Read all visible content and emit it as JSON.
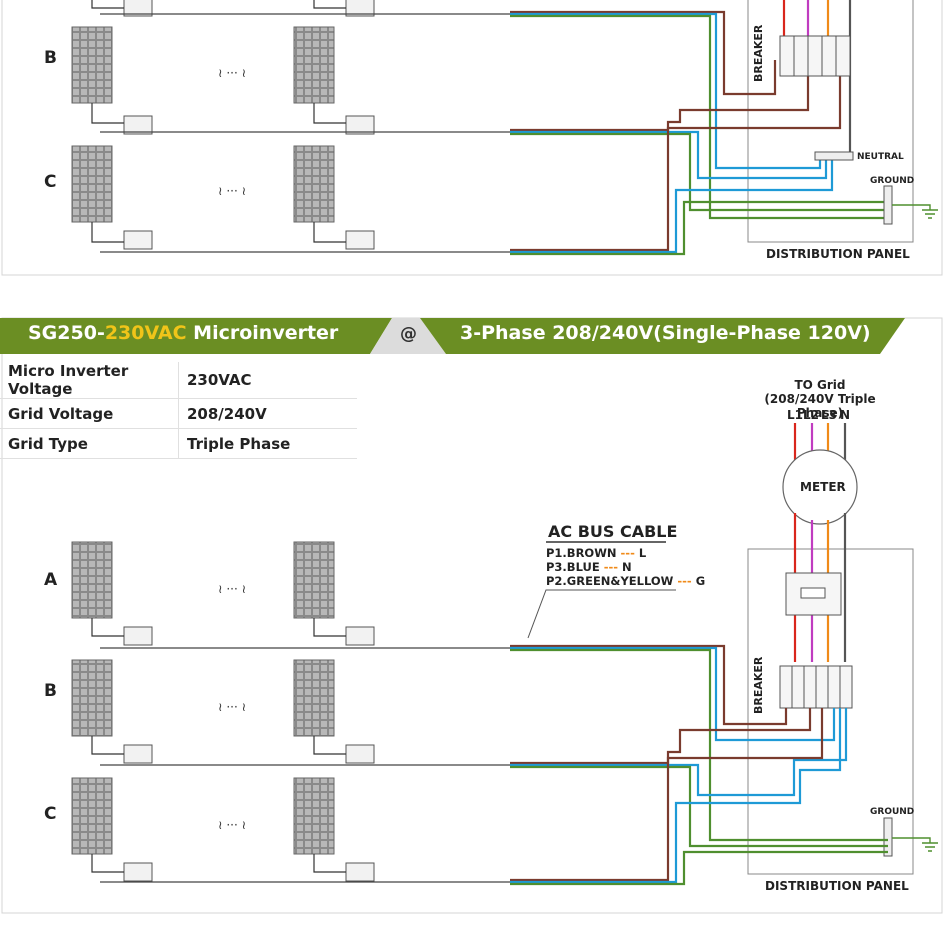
{
  "top": {
    "rows": [
      "B",
      "C"
    ],
    "breaker_label": "BREAKER",
    "neutral_label": "NEUTRAL",
    "ground_label": "GROUND",
    "panel_label": "DISTRIBUTION PANEL"
  },
  "banner": {
    "model_prefix": "SG250-",
    "model_voltage": "230VAC",
    "model_suffix": " Microinverter",
    "at": "@",
    "grid": "3-Phase 208/240V(Single-Phase 120V)",
    "colors": {
      "green": "#6b8e23",
      "yellow": "#f0c419",
      "grey": "#cfcfcf"
    }
  },
  "specs": [
    {
      "key": "Micro Inverter Voltage",
      "value": "230VAC"
    },
    {
      "key": "Grid  Voltage",
      "value": "208/240V"
    },
    {
      "key": "Grid Type",
      "value": "Triple Phase"
    }
  ],
  "bottom": {
    "grid_title": "TO Grid",
    "grid_sub": "(208/240V Triple Phase)",
    "lines": [
      "L1",
      "L2",
      "L3",
      "N"
    ],
    "meter": "METER",
    "bus_title": "AC BUS CABLE",
    "bus_items": [
      {
        "text": "P1.BROWN",
        "dash": "---",
        "code": "L"
      },
      {
        "text": "P3.BLUE",
        "dash": "---",
        "code": "N"
      },
      {
        "text": "P2.GREEN&YELLOW",
        "dash": "---",
        "code": "G"
      }
    ],
    "rows": [
      "A",
      "B",
      "C"
    ],
    "breaker_label": "BREAKER",
    "ground_label": "GROUND",
    "panel_label": "DISTRIBUTION PANEL",
    "ellipsis": "≀ ··· ≀"
  },
  "wire_colors": {
    "brown": "#7a3b2e",
    "blue": "#1e9ad6",
    "green": "#4f8f2f",
    "red": "#d9261c",
    "magenta": "#c03cc0",
    "orange": "#f08a18",
    "grey": "#555555"
  }
}
